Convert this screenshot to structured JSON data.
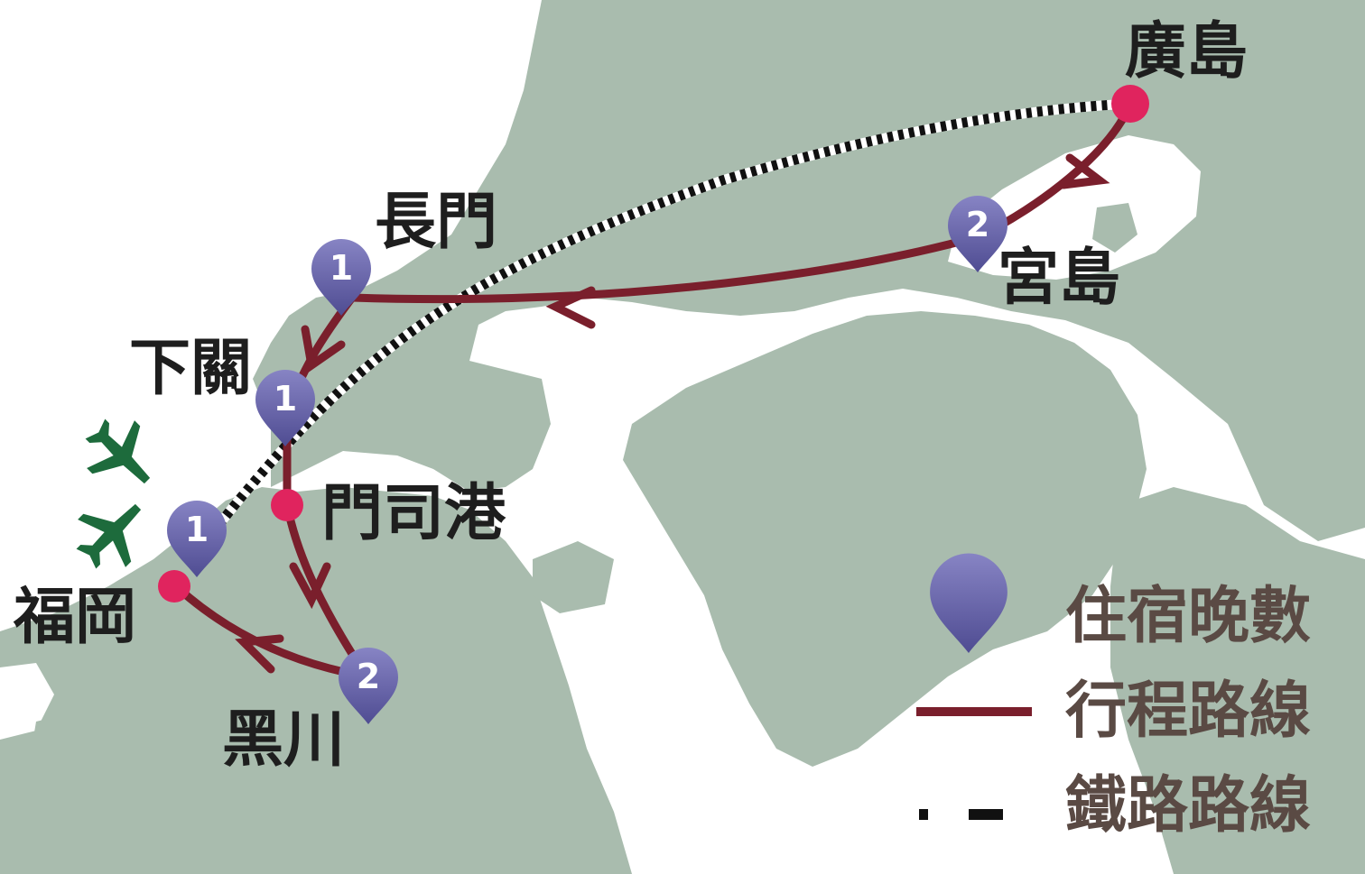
{
  "colors": {
    "land": "#a9bcae",
    "sea": "#ffffff",
    "route": "#7a1f2c",
    "station": "#e0245e",
    "pin": "#6d6aa8",
    "airport": "#1d6b3c",
    "label": "#1e1e1e",
    "legend_label": "#5a4a44"
  },
  "places": {
    "hiroshima": "廣島",
    "miyajima": "宮島",
    "nagato": "長門",
    "shimonoseki": "下關",
    "mojiko": "門司港",
    "fukuoka": "福岡",
    "kurokawa": "黑川"
  },
  "pins": {
    "miyajima": "2",
    "nagato": "1",
    "shimonoseki": "1",
    "fukuoka": "1",
    "kurokawa": "2"
  },
  "legend": {
    "nights": "住宿晚數",
    "route": "行程路線",
    "railway": "鐵路路線"
  },
  "icons": [
    "map-pin-icon",
    "airplane-icon",
    "station-dot-icon"
  ]
}
